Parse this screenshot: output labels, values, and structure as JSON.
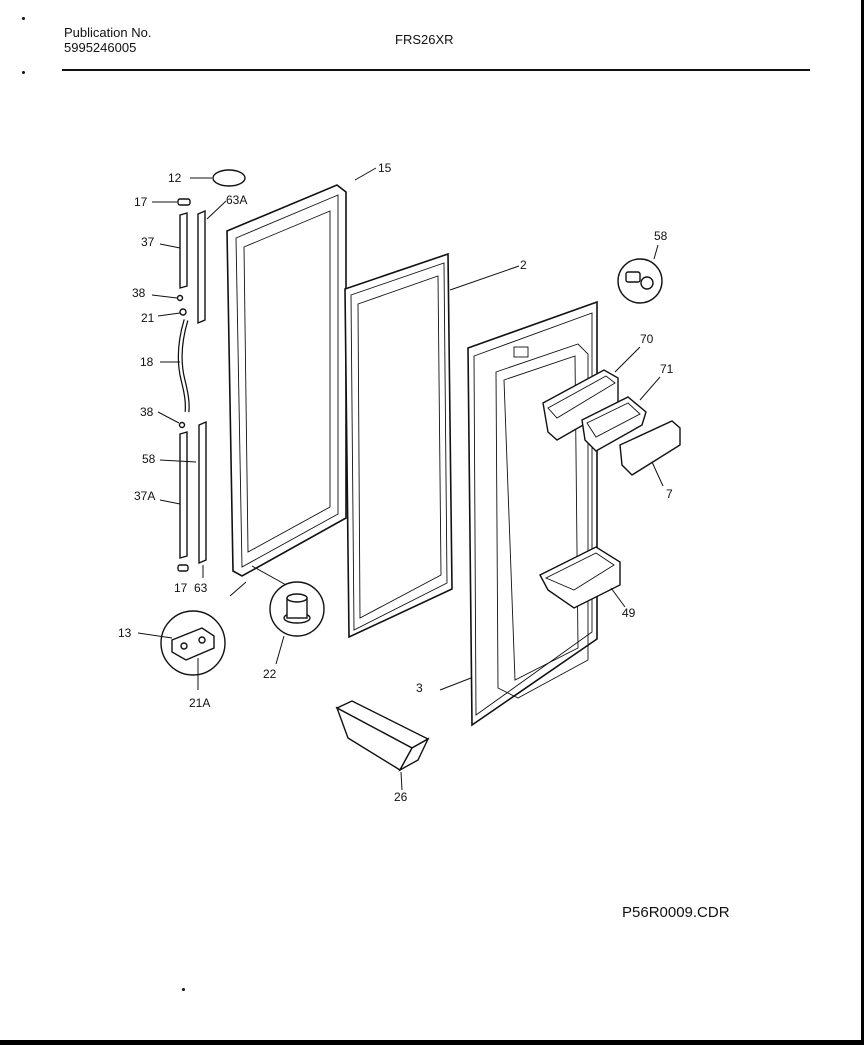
{
  "header": {
    "publication_label": "Publication No.",
    "publication_number": "5995246005",
    "model": "FRS26XR"
  },
  "file_code": "P56R0009.CDR",
  "callouts": {
    "c12": "12",
    "c17a": "17",
    "c63a": "63A",
    "c37": "37",
    "c38a": "38",
    "c21": "21",
    "c18": "18",
    "c38b": "38",
    "c58a": "58",
    "c37a": "37A",
    "c17b": "17",
    "c63": "63",
    "c13": "13",
    "c21a": "21A",
    "c22": "22",
    "c15": "15",
    "c2": "2",
    "c58b": "58",
    "c70": "70",
    "c71": "71",
    "c7": "7",
    "c49": "49",
    "c3": "3",
    "c26": "26"
  }
}
